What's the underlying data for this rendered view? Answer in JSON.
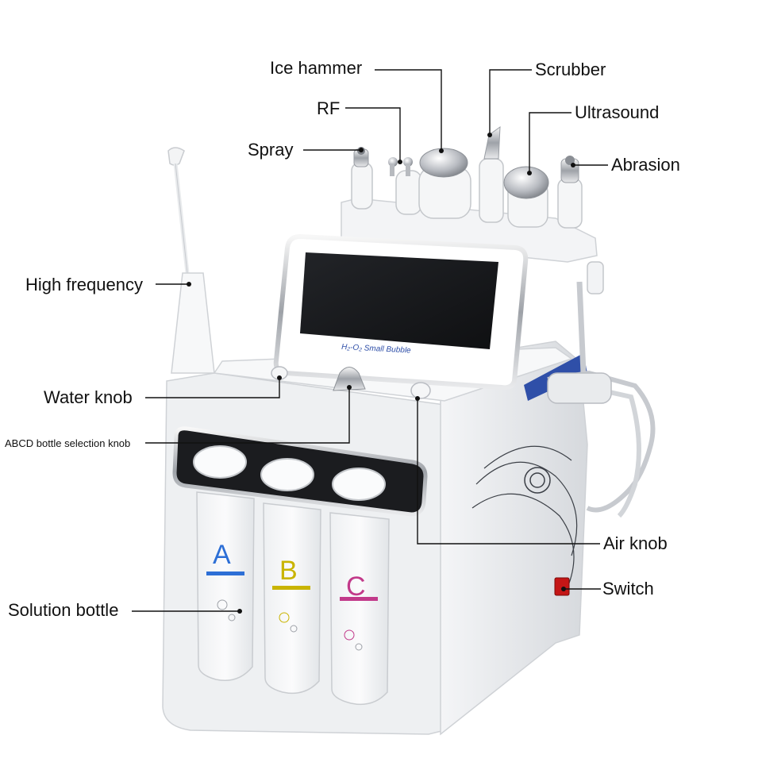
{
  "labels": {
    "ice_hammer": "Ice hammer",
    "scrubber": "Scrubber",
    "rf": "RF",
    "ultrasound": "Ultrasound",
    "spray": "Spray",
    "abrasion": "Abrasion",
    "high_frequency": "High frequency",
    "water_knob": "Water knob",
    "abcd_knob": "ABCD bottle selection knob",
    "air_knob": "Air knob",
    "switch": "Switch",
    "solution_bottle": "Solution bottle"
  },
  "device": {
    "screen_brand": "H₂-O₂ Small Bubble",
    "bottles": [
      {
        "letter": "A",
        "color": "#2d6fd6"
      },
      {
        "letter": "B",
        "color": "#c9b400"
      },
      {
        "letter": "C",
        "color": "#c23a8a"
      }
    ]
  },
  "colors": {
    "body": "#f2f3f5",
    "accent_blue": "#2f4fa8",
    "chrome": "#b9bcc2",
    "switch": "#c41616"
  },
  "icons": [
    "handpiece-icon",
    "knob-icon",
    "bottle-icon",
    "cable-icon",
    "switch-icon"
  ]
}
